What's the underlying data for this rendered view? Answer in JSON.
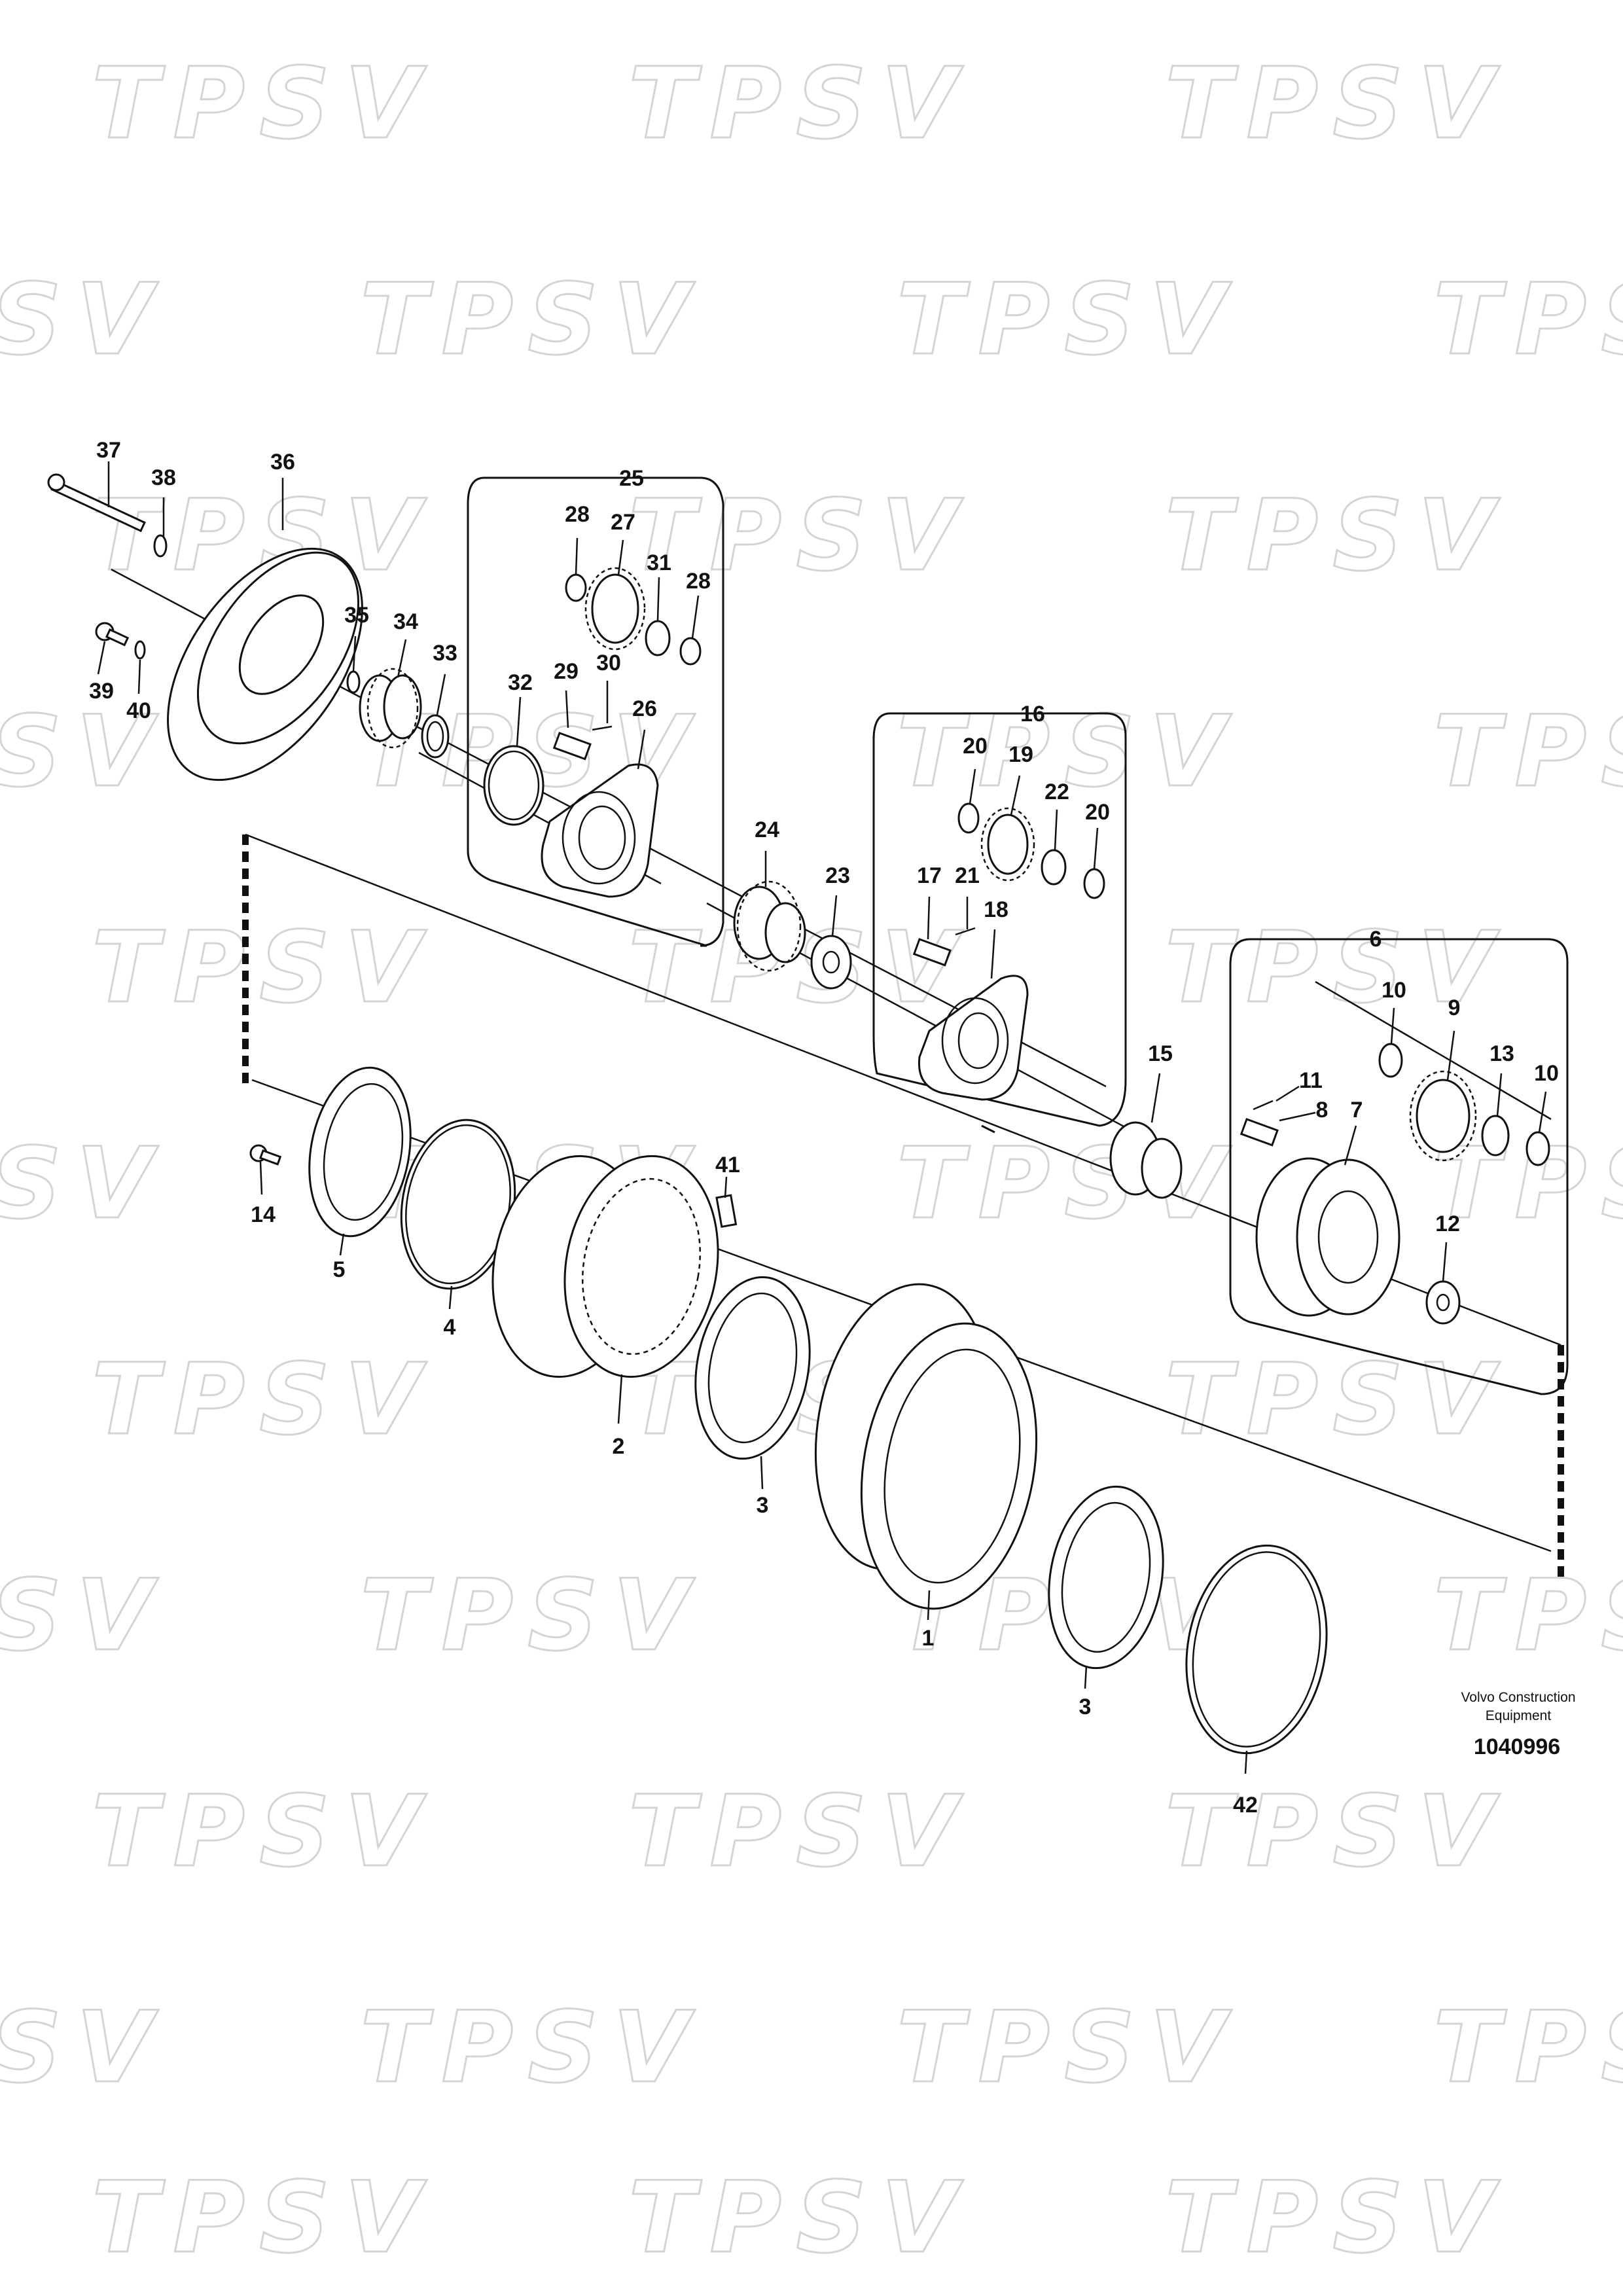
{
  "diagram": {
    "watermark": "TPSV",
    "credit_line1": "Volvo Construction",
    "credit_line2": "Equipment",
    "doc_number": "1040996",
    "callouts": [
      {
        "id": "37",
        "label": "37"
      },
      {
        "id": "38",
        "label": "38"
      },
      {
        "id": "36",
        "label": "36"
      },
      {
        "id": "39",
        "label": "39"
      },
      {
        "id": "40",
        "label": "40"
      },
      {
        "id": "35",
        "label": "35"
      },
      {
        "id": "34",
        "label": "34"
      },
      {
        "id": "33",
        "label": "33"
      },
      {
        "id": "25",
        "label": "25"
      },
      {
        "id": "28a",
        "label": "28"
      },
      {
        "id": "27",
        "label": "27"
      },
      {
        "id": "31",
        "label": "31"
      },
      {
        "id": "28b",
        "label": "28"
      },
      {
        "id": "32",
        "label": "32"
      },
      {
        "id": "29",
        "label": "29"
      },
      {
        "id": "30",
        "label": "30"
      },
      {
        "id": "26",
        "label": "26"
      },
      {
        "id": "24",
        "label": "24"
      },
      {
        "id": "23",
        "label": "23"
      },
      {
        "id": "16",
        "label": "16"
      },
      {
        "id": "20a",
        "label": "20"
      },
      {
        "id": "19",
        "label": "19"
      },
      {
        "id": "22",
        "label": "22"
      },
      {
        "id": "20b",
        "label": "20"
      },
      {
        "id": "17",
        "label": "17"
      },
      {
        "id": "21",
        "label": "21"
      },
      {
        "id": "18",
        "label": "18"
      },
      {
        "id": "6",
        "label": "6"
      },
      {
        "id": "10a",
        "label": "10"
      },
      {
        "id": "9",
        "label": "9"
      },
      {
        "id": "13",
        "label": "13"
      },
      {
        "id": "10b",
        "label": "10"
      },
      {
        "id": "11",
        "label": "11"
      },
      {
        "id": "8",
        "label": "8"
      },
      {
        "id": "7",
        "label": "7"
      },
      {
        "id": "15",
        "label": "15"
      },
      {
        "id": "12",
        "label": "12"
      },
      {
        "id": "41",
        "label": "41"
      },
      {
        "id": "14",
        "label": "14"
      },
      {
        "id": "5",
        "label": "5"
      },
      {
        "id": "4",
        "label": "4"
      },
      {
        "id": "2",
        "label": "2"
      },
      {
        "id": "3a",
        "label": "3"
      },
      {
        "id": "1",
        "label": "1"
      },
      {
        "id": "3b",
        "label": "3"
      },
      {
        "id": "42",
        "label": "42"
      }
    ]
  }
}
